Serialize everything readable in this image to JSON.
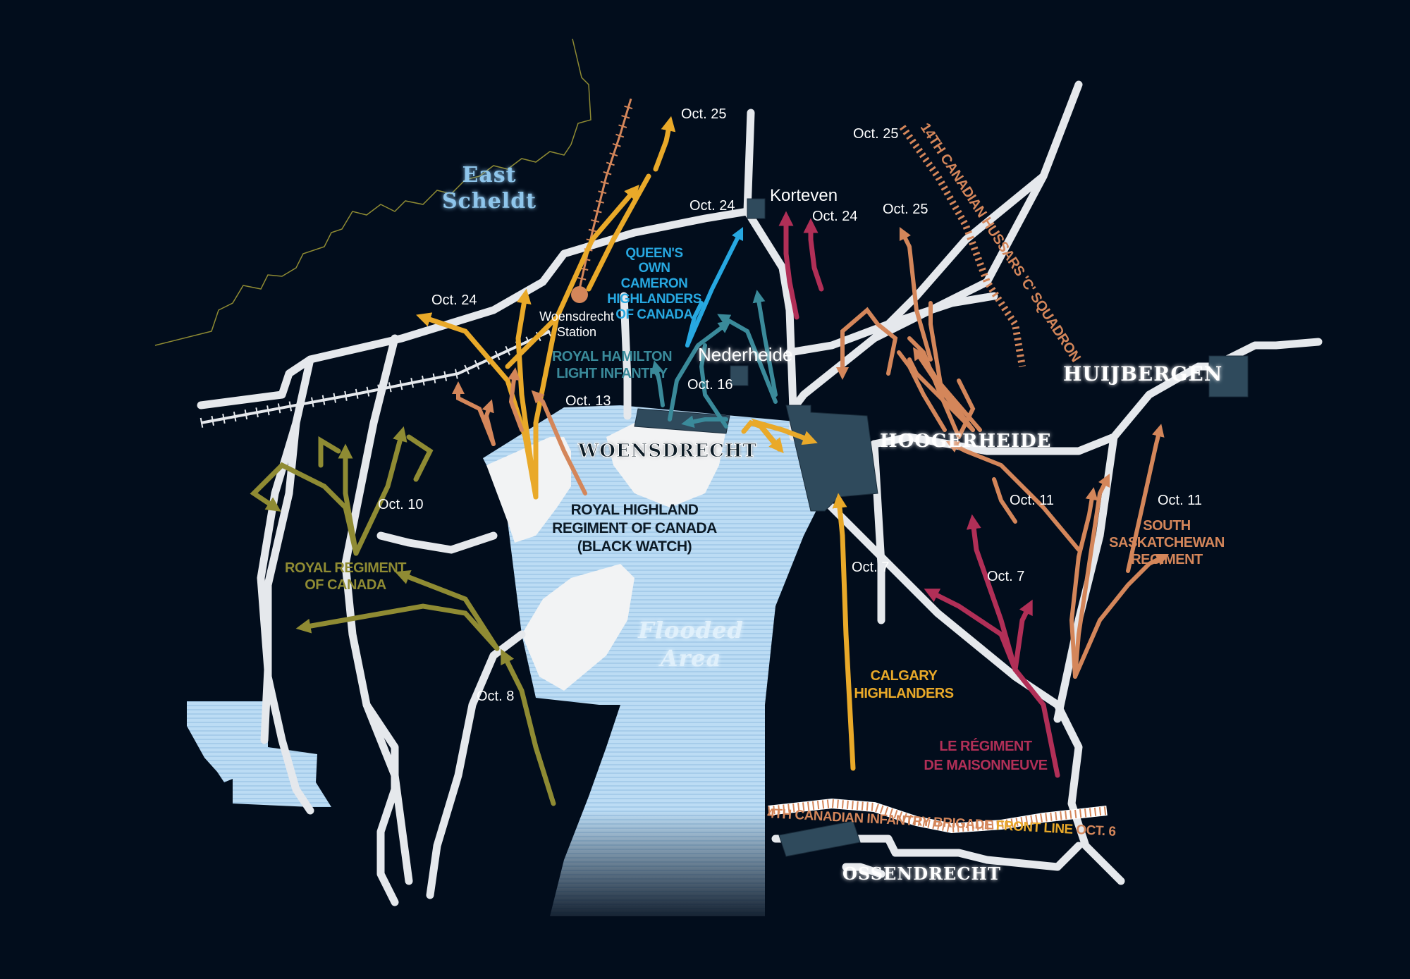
{
  "colors": {
    "background": "#020d1c",
    "road": "#e5e8ec",
    "flood": "#bcdcf4",
    "polder": "#f2f3f4",
    "village": "#2f4a5c",
    "calgary": "#e9a929",
    "black_watch": "#d4865a",
    "royal_regiment": "#8f8b33",
    "camerons": "#27a8e1",
    "rhli": "#3a8a9a",
    "maisonneuve": "#b12f57",
    "south_sask": "#d4865a",
    "hussars": "#d4865a",
    "coast": "#8f8b33"
  },
  "places": {
    "east_scheldt": [
      "East",
      "Scheldt"
    ],
    "korteven": "Korteven",
    "nederheide": "Nederheide",
    "huijbergen": "HUIJBERGEN",
    "hoogerheide": "HOOGERHEIDE",
    "woensdrecht": "WOENSDRECHT",
    "station": [
      "Woensdrecht",
      "Station"
    ],
    "flooded": [
      "Flooded",
      "Area"
    ],
    "ossendrecht": "OSSENDRECHT"
  },
  "units": {
    "camerons": [
      "QUEEN'S",
      "OWN",
      "CAMERON",
      "HIGHLANDERS",
      "OF CANADA"
    ],
    "rhli": [
      "ROYAL HAMILTON",
      "LIGHT INFANTRY"
    ],
    "black_watch": [
      "ROYAL HIGHLAND",
      "REGIMENT OF CANADA",
      "(BLACK WATCH)"
    ],
    "royal_regiment": [
      "ROYAL REGIMENT",
      "OF CANADA"
    ],
    "calgary": [
      "CALGARY",
      "HIGHLANDERS"
    ],
    "maisonneuve": [
      "LE RÉGIMENT",
      "DE MAISONNEUVE"
    ],
    "south_sask": [
      "SOUTH",
      "SASKATCHEWAN",
      "REGIMENT"
    ],
    "hussars": "14TH CANADIAN HUSSARS 'C' SQUADRON",
    "front_line": {
      "prefix": "4TH CANADIAN INFANTRY BRIGADE ",
      "emphasis": "FRONT LINE",
      "suffix": " OCT. 6"
    }
  },
  "dates": {
    "oct25_north": "Oct. 25",
    "oct25_hussars": "Oct. 25",
    "oct25_east": "Oct. 25",
    "oct24_korteven": "Oct. 24",
    "oct24_red": "Oct. 24",
    "oct24_west": "Oct. 24",
    "oct16": "Oct. 16",
    "oct13": "Oct. 13",
    "oct10": "Oct. 10",
    "oct11_a": "Oct. 11",
    "oct11_b": "Oct. 11",
    "oct7_calgary": "Oct. 7",
    "oct7_maisonneuve": "Oct. 7",
    "oct8": "Oct. 8"
  }
}
